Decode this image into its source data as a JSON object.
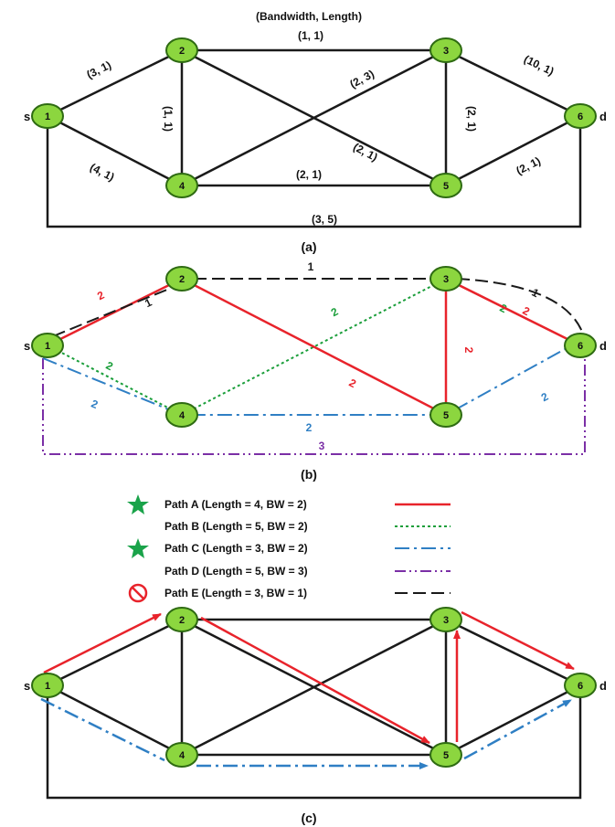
{
  "colors": {
    "node_fill": "#8cd63f",
    "node_stroke": "#2e6b12",
    "edge": "#1a1a1a",
    "path_a": "#e8232b",
    "path_b": "#1a9e3a",
    "path_c": "#2f7fc4",
    "path_d": "#7b2fa6",
    "path_e": "#1a1a1a",
    "star": "#1aa34a",
    "no_symbol": "#e8232b"
  },
  "panel_a": {
    "header": "(Bandwidth, Length)",
    "caption": "(a)",
    "source_label": "s",
    "dest_label": "d",
    "nodes": [
      "1",
      "2",
      "3",
      "4",
      "5",
      "6"
    ],
    "edge_labels": {
      "e12": "(3, 1)",
      "e23": "(1, 1)",
      "e24": "(1, 1)",
      "e14": "(4, 1)",
      "e43": "(2, 3)",
      "e25": "(2, 1)",
      "e35": "(2, 1)",
      "e36": "(10, 1)",
      "e45": "(2, 1)",
      "e56": "(2, 1)",
      "e16": "(3, 5)"
    }
  },
  "panel_b": {
    "caption": "(b)",
    "source_label": "s",
    "dest_label": "d",
    "nodes": [
      "1",
      "2",
      "3",
      "4",
      "5",
      "6"
    ],
    "path_labels": {
      "a12": "2",
      "a25": "2",
      "a53": "2",
      "a36": "2",
      "b14": "2",
      "b43": "2",
      "b36": "2",
      "c14": "2",
      "c45": "2",
      "c56": "2",
      "d16": "3",
      "e12": "1",
      "e23": "1",
      "e36": "1"
    }
  },
  "legend": {
    "items": [
      {
        "marker": "star",
        "label": "Path A (Length = 4, BW = 2)",
        "style": "solid"
      },
      {
        "marker": "none",
        "label": "Path B (Length = 5, BW = 2)",
        "style": "dotted"
      },
      {
        "marker": "star",
        "label": "Path C (Length = 3, BW = 2)",
        "style": "dashdot"
      },
      {
        "marker": "none",
        "label": "Path D (Length = 5, BW = 3)",
        "style": "dashdotdot"
      },
      {
        "marker": "no-symbol",
        "label": "Path E (Length = 3, BW = 1)",
        "style": "longdash"
      }
    ]
  },
  "panel_c": {
    "caption": "(c)",
    "source_label": "s",
    "dest_label": "d",
    "nodes": [
      "1",
      "2",
      "3",
      "4",
      "5",
      "6"
    ]
  }
}
